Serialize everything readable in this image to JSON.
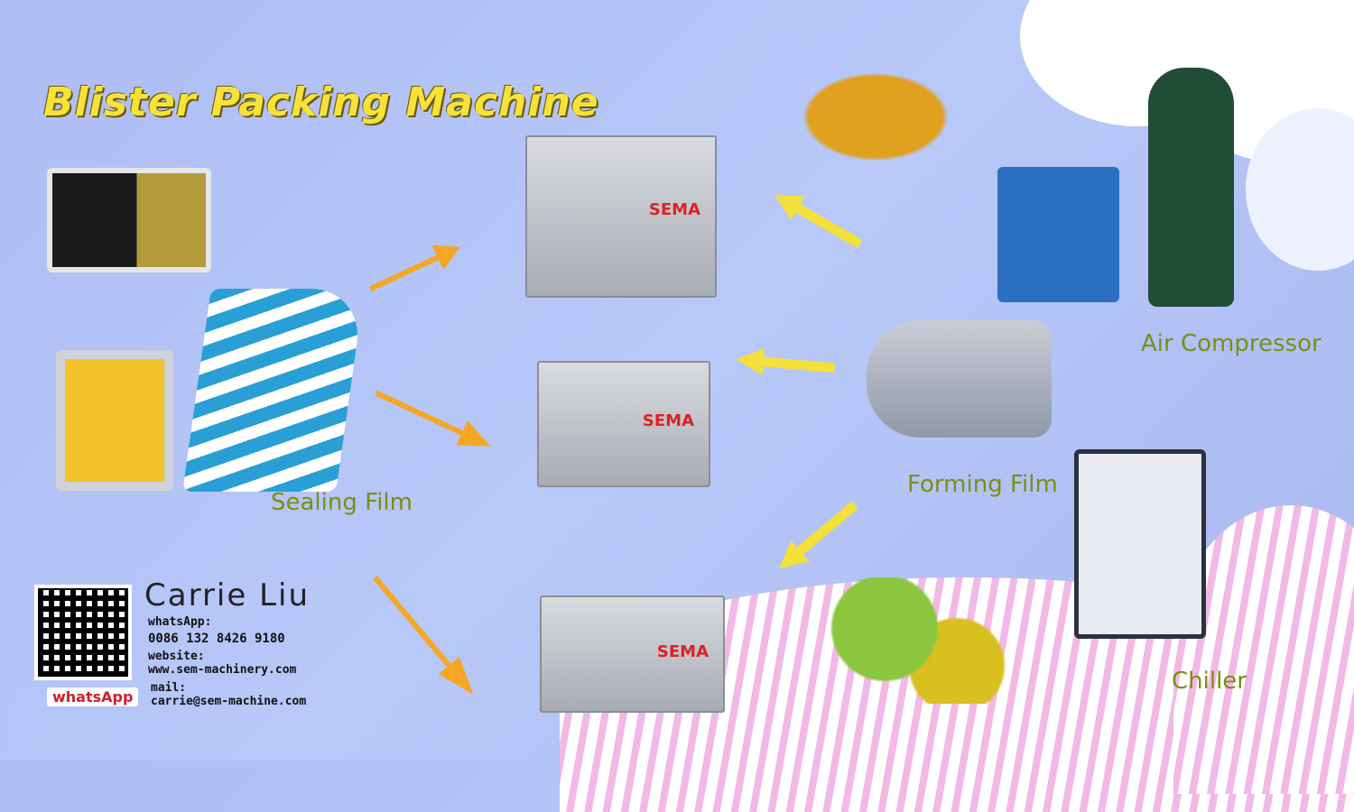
{
  "title": "Blister Packing Machine",
  "labels": {
    "sealing_film": "Sealing Film",
    "forming_film": "Forming Film",
    "air_compressor": "Air Compressor",
    "chiller": "Chiller"
  },
  "machine_logo": "SEMA",
  "contact": {
    "name": "Carrie Liu",
    "whatsapp_label": "whatsApp:",
    "whatsapp_number": "0086 132 8426 9180",
    "website_label": "website:",
    "website": "www.sem-machinery.com",
    "mail_label": "mail:",
    "mail": "carrie@sem-machine.com",
    "whatsapp_badge": "whatsApp"
  },
  "colors": {
    "title": "#f7e23a",
    "label": "#7a8f12",
    "arrow_orange": "#f5a623",
    "arrow_yellow": "#f3e03a"
  }
}
